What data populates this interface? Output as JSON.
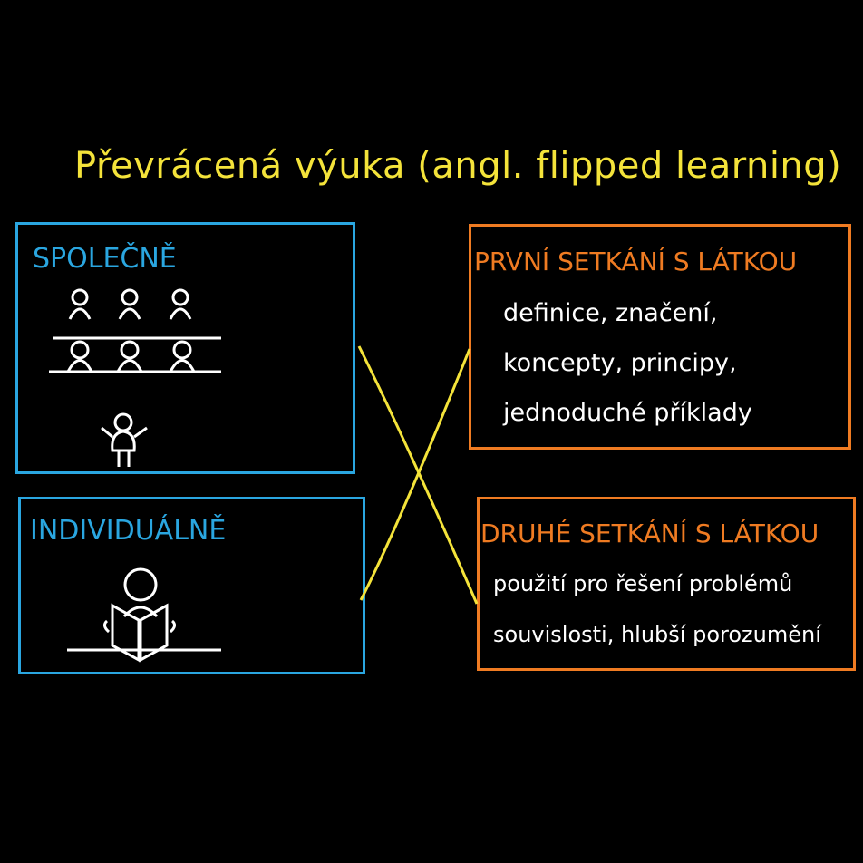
{
  "title": "Převrácená výuka  (angl. flipped learning)",
  "left_boxes": {
    "together": {
      "label": "SPOLEČNĚ"
    },
    "individual": {
      "label": "INDIVIDUÁLNĚ"
    }
  },
  "right_boxes": {
    "first": {
      "label": "PRVNÍ SETKÁNÍ S LÁTKOU",
      "lines": [
        "definice, značení,",
        "koncepty, principy,",
        "jednoduché příklady"
      ]
    },
    "second": {
      "label": "DRUHÉ SETKÁNÍ S LÁTKOU",
      "lines": [
        "použití pro řešení problémů",
        "souvislosti, hlubší porozumění"
      ]
    }
  },
  "colors": {
    "background": "#000000",
    "title": "#f4e33a",
    "left": "#2aa6e0",
    "right": "#ef7b22",
    "connector": "#f4e33a",
    "text": "#ffffff"
  },
  "icons": [
    "student-icon",
    "teacher-icon",
    "reading-person-icon"
  ]
}
